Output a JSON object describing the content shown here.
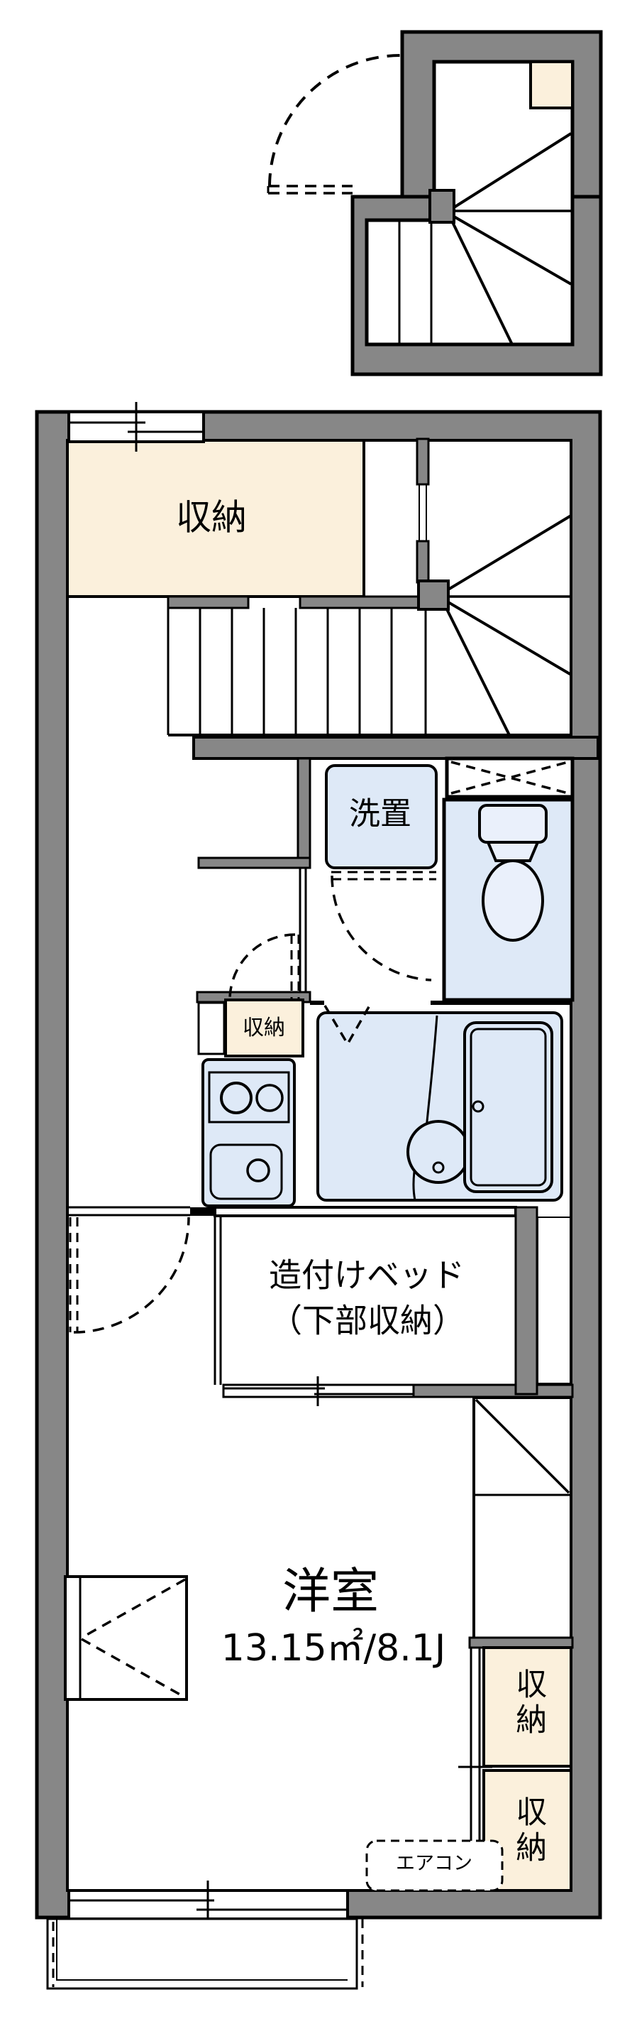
{
  "plan": {
    "type": "apartment-floorplan",
    "colors": {
      "wall_gray": "#878787",
      "storage_cream": "#FBF0DC",
      "wet_area_blue": "#DEE9F7",
      "line_black": "#000000",
      "background": "#FFFFFF"
    },
    "rooms": {
      "storage_top": {
        "label": "収納"
      },
      "laundry": {
        "label": "洗置"
      },
      "kitchen_storage": {
        "label": "収納"
      },
      "built_in_bed": {
        "line1": "造付けベッド",
        "line2": "（下部収納）"
      },
      "western_room": {
        "name": "洋室",
        "area": "13.15㎡/8.1J"
      },
      "air_conditioner": {
        "label": "エアコン"
      },
      "storage_right_upper": {
        "label": "収納"
      },
      "storage_right_lower": {
        "label": "収納"
      }
    }
  }
}
